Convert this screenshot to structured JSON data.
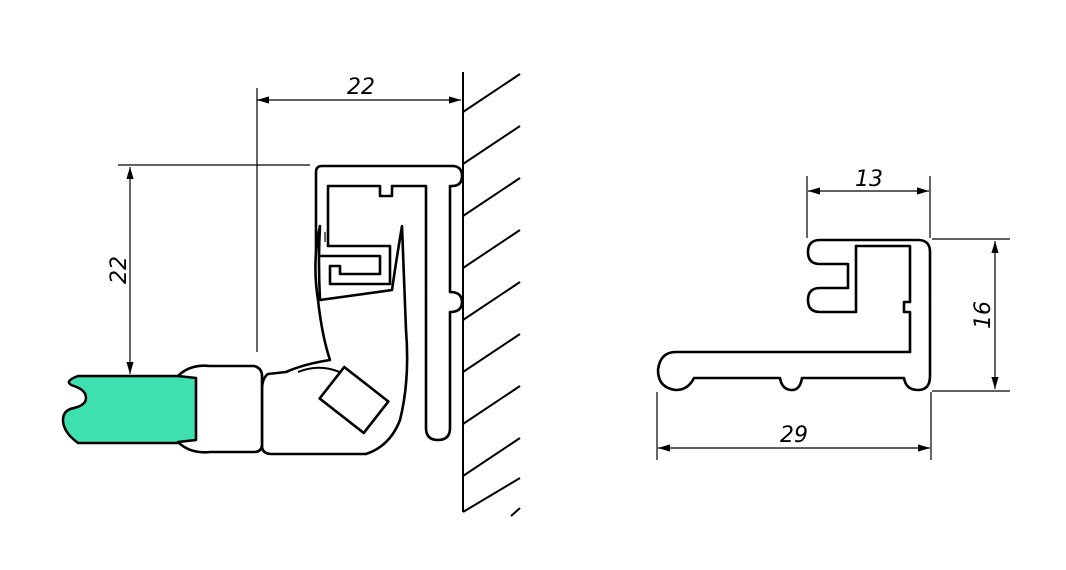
{
  "drawing": {
    "left_detail": {
      "dim_width": "22",
      "dim_height": "22"
    },
    "right_detail": {
      "dim_top": "13",
      "dim_height": "16",
      "dim_width": "29"
    },
    "colors": {
      "glass": "#3ee0b0",
      "lines": "#000000",
      "background": "#ffffff"
    }
  }
}
